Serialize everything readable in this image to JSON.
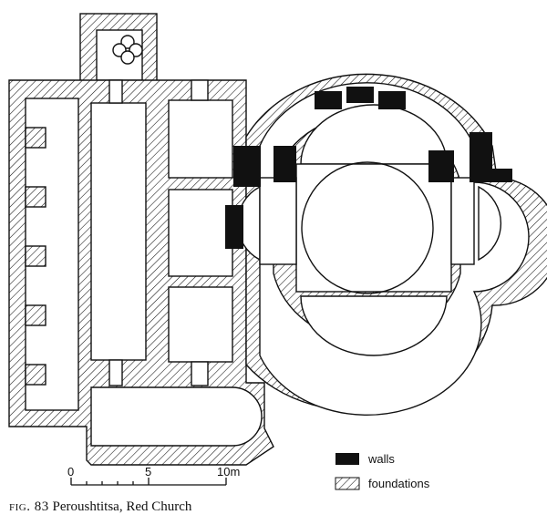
{
  "legend": {
    "walls": "walls",
    "foundations": "foundations"
  },
  "scale": {
    "tick_0": "0",
    "tick_5": "5",
    "tick_10": "10m"
  },
  "caption": {
    "figure": "fig. 83",
    "title": "Peroushtitsa, Red Church"
  },
  "colors": {
    "ink": "#111111",
    "paper": "#ffffff"
  }
}
